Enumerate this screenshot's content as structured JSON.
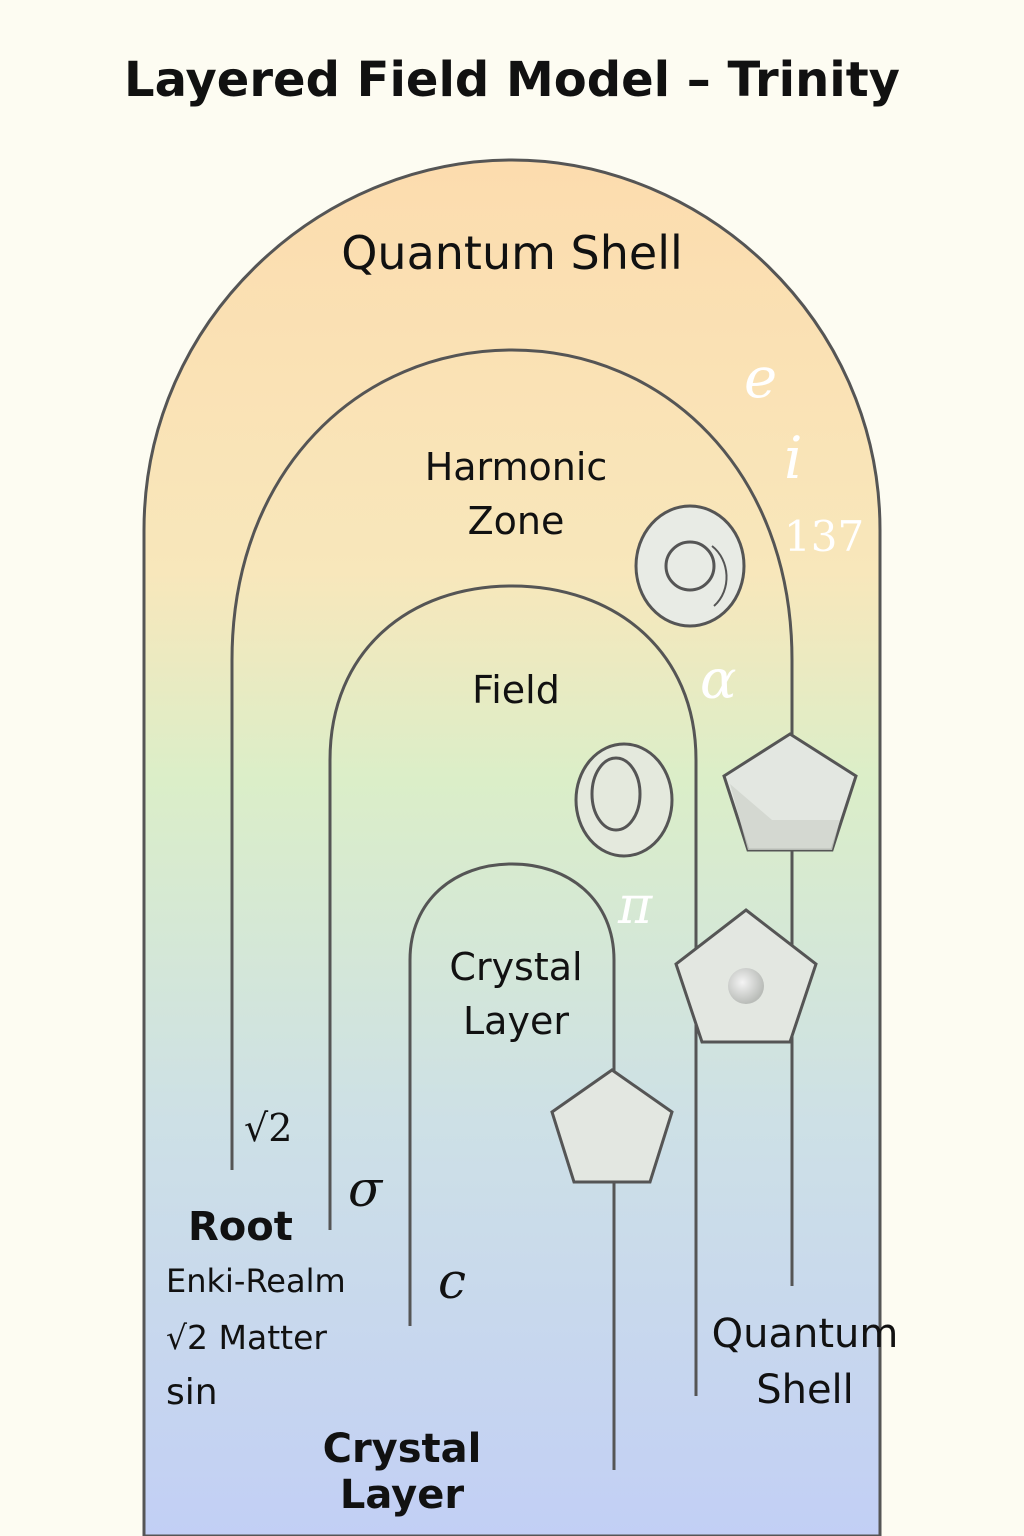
{
  "title": "Layered Field Model – Trinity",
  "layers": {
    "quantum_shell": "Quantum Shell",
    "harmonic_zone": [
      "Harmonic",
      "Zone"
    ],
    "field": "Field",
    "crystal_layer": [
      "Crystal",
      "Layer"
    ]
  },
  "bottom_labels": {
    "quantum_shell": [
      "Quantum",
      "Shell"
    ],
    "crystal_layer": "Crystal Layer",
    "root": "Root",
    "enki_realm": "Enki-Realm",
    "sqrt2_matter": "√2 Matter",
    "sin": "sin"
  },
  "symbols": {
    "e": "e",
    "i": "i",
    "n137": "137",
    "alpha": "α",
    "pi": "π",
    "sqrt2": "√2",
    "sigma": "σ",
    "c": "c"
  },
  "colors": {
    "background": "#fdfcf2",
    "gradient_top": "#fcdcae",
    "gradient_mid": "#dbeec8",
    "gradient_bottom": "#c2cff5",
    "stroke": "#555555",
    "node_fill": "#e4e8e2"
  },
  "icons": [
    "torus-icon",
    "torus-icon",
    "pentagon-icon",
    "pentagon-icon",
    "pentagon-icon"
  ]
}
